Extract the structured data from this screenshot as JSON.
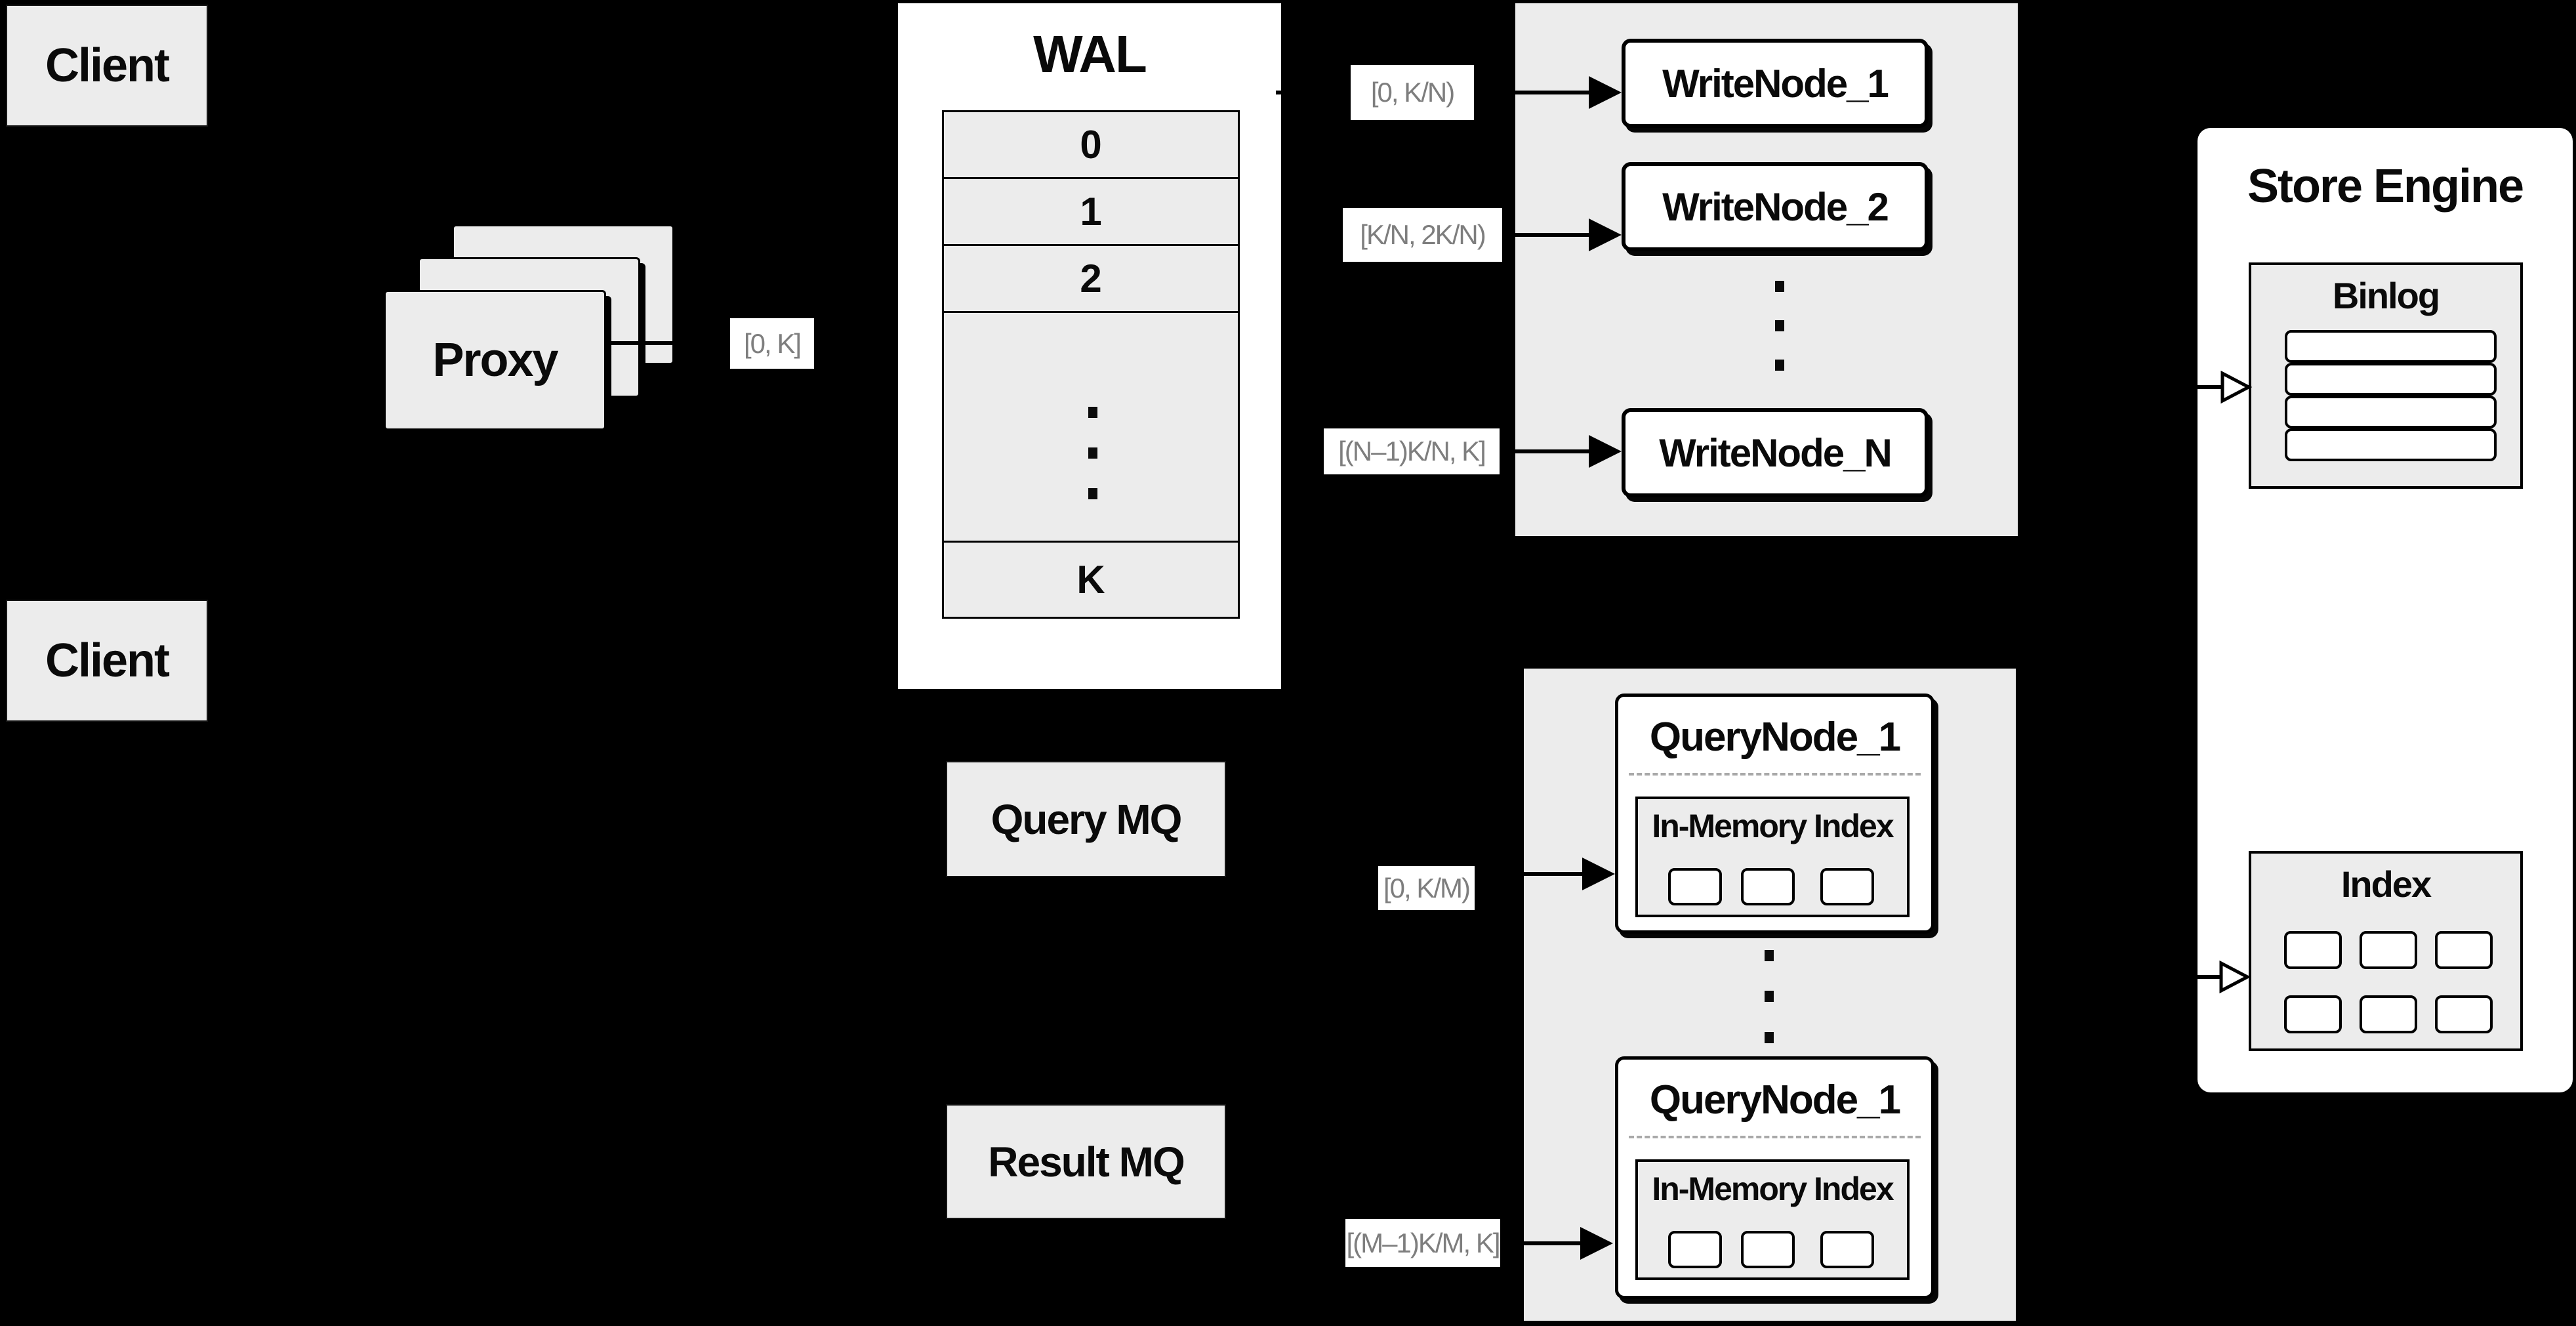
{
  "colors": {
    "background": "#000000",
    "box_gray": "#ececec",
    "box_white": "#ffffff",
    "chip_text": "#7e7e7e",
    "line_black": "#0a0a0a",
    "dash_gray": "#a9a9a9"
  },
  "clients": {
    "top_label": "Client",
    "bottom_label": "Client"
  },
  "proxy": {
    "label": "Proxy"
  },
  "wal": {
    "title": "WAL",
    "segments": [
      "0",
      "1",
      "2",
      "K"
    ]
  },
  "chips": {
    "proxy_range": "[0, K]",
    "writenode1_range": "[0, K/N)",
    "writenode2_range": "[K/N, 2K/N)",
    "writenodeN_range": "[(N–1)K/N, K]",
    "querynode1_range": "[0, K/M)",
    "querynode2_range": "[(M–1)K/M, K]"
  },
  "write_nodes": {
    "node1": "WriteNode_1",
    "node2": "WriteNode_2",
    "nodeN": "WriteNode_N"
  },
  "query_nodes": {
    "top": {
      "title": "QueryNode_1",
      "mem_index_label": "In-Memory Index"
    },
    "bottom": {
      "title": "QueryNode_1",
      "mem_index_label": "In-Memory Index"
    }
  },
  "mq": {
    "query_label": "Query MQ",
    "result_label": "Result MQ"
  },
  "store_engine": {
    "title": "Store Engine",
    "binlog_title": "Binlog",
    "index_title": "Index"
  }
}
